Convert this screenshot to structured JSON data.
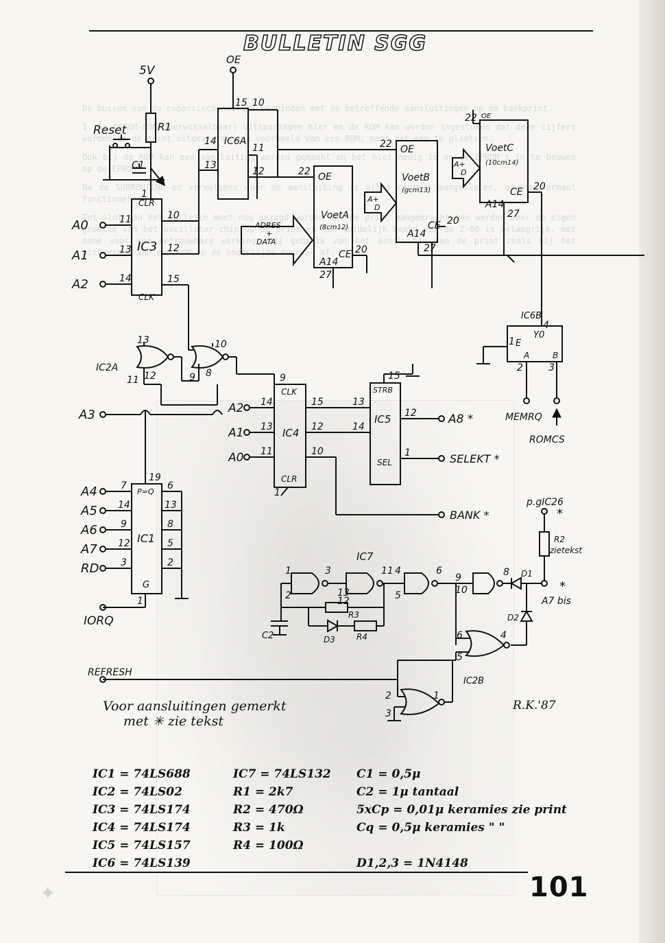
{
  "header": {
    "title": "BULLETIN SGG"
  },
  "background_text": [
    "De bussen van de expansieconnector) verbinden met de betreffende aansluitingen op de bankprint.",
    "1. De EPROM-ROM (verwisselbaar) uitsparingen hier en de ROM kan worden ingestoken dat deze cijfers worden op de print uitgevoerd, een voorbeeld van een ROM, maar dat een te plaatsen.",
    "Ook bij de ROM kan een aansluiting worden gemaakt en het niet nodig is om de EPROM's in te bouwen op de EPROMs.",
    "Na de SUBROUTINE en vervolgens door de aansluiting is alles correct aangesloten, gewoon normaal functioneren.",
    "Tot slot van het Bulletin moet nog gezegd worden dat de print aangebracht kan worden door de eigen grootte van het oscillator chip op de print en een duidelijk beeld van de Z-80 is belangrijk, met name voor een betrouwbare werking. Bij gebruik van het aansluiten van de print zoals bij het uitbreiden van een ROM op de onderzijde daarvan af."
  ],
  "schematic": {
    "power": {
      "label": "5V"
    },
    "oe_top": "OE",
    "reset": "Reset",
    "components": {
      "r1": "R1",
      "c1": "C1",
      "ic6a": "IC6A",
      "ic3": "IC3",
      "ic3_clr": "CLR",
      "ic3_clk": "CLK",
      "ic2a": "IC2A",
      "ic4": "IC4",
      "ic4_clk": "CLK",
      "ic4_clr": "CLR",
      "ic5": "IC5",
      "ic5_strb": "STRB",
      "ic5_sel": "SEL",
      "ic1": "IC1",
      "ic1_pq": "P=Q",
      "ic1_g": "G",
      "ic7": "IC7",
      "ic6b": "IC6B",
      "ic6b_e": "E",
      "ic6b_a": "A",
      "ic6b_b": "B",
      "ic6b_y": "Y0",
      "ic2b": "IC2B",
      "r2": "R2",
      "r2_note": "zietekst",
      "r3": "R3",
      "r4": "R4",
      "d1": "D1",
      "d2": "D2",
      "d3": "D3",
      "c2": "C2"
    },
    "sockets": {
      "a": {
        "name": "VoetA",
        "size": "(8cm12)",
        "oe": "OE",
        "ce": "CE",
        "a14": "A14",
        "pin22": "22",
        "pin20": "20",
        "pin27": "27"
      },
      "b": {
        "name": "VoetB",
        "size": "(gcm13)",
        "oe": "OE",
        "ce": "CE",
        "a14": "A14",
        "pin22": "22",
        "pin20": "20",
        "pin27": "27"
      },
      "c": {
        "name": "VoetC",
        "size": "(10cm14)",
        "oe": "OE",
        "ce": "CE",
        "a14": "A14",
        "pin22": "22",
        "pin20": "20",
        "pin27": "27"
      }
    },
    "bus": {
      "label_line1": "ADRES",
      "label_line2": "+",
      "label_line3": "DATA"
    },
    "arrow_ad": {
      "line1": "A+",
      "line2": "D"
    },
    "signals": {
      "a0_top": "A0",
      "a1_top": "A1",
      "a2_top": "A2",
      "a3": "A3",
      "a2_mid": "A2",
      "a1_mid": "A1",
      "a0_mid": "A0",
      "a8": "A8 *",
      "selekt": "SELEKT *",
      "bank": "BANK *",
      "a4": "A4",
      "a5": "A5",
      "a6": "A6",
      "a7": "A7",
      "rd": "RD",
      "iorq": "IORQ",
      "refresh": "REFRESH",
      "memrq": "MEMRQ",
      "romcs": "ROMCS",
      "pg_ic26": "p.gIC26",
      "star_pg": "*",
      "a7bis": "A7 bis",
      "star_a7": "*"
    },
    "pins": {
      "ic6a_15": "15",
      "ic6a_10": "10",
      "ic6a_14": "14",
      "ic6a_13": "13",
      "ic6a_11": "11",
      "ic6a_12": "12",
      "ic3_1": "1",
      "ic3_11": "11",
      "ic3_10": "10",
      "ic3_13": "13",
      "ic3_12": "12",
      "ic3_14": "14",
      "ic3_15": "15",
      "ic2a_13": "13",
      "ic2a_12": "12",
      "ic2a_11": "11",
      "ic2a_10": "10",
      "ic2a_9": "9",
      "ic2a_8": "8",
      "ic4_9": "9",
      "ic4_14": "14",
      "ic4_15": "15",
      "ic4_13": "13",
      "ic4_12": "12",
      "ic4_11": "11",
      "ic4_10": "10",
      "ic4_1": "1",
      "ic5_15": "15",
      "ic5_13": "13",
      "ic5_12": "12",
      "ic5_14": "14",
      "ic5_1": "1",
      "ic1_7": "7",
      "ic1_19": "19",
      "ic1_6": "6",
      "ic1_14": "14",
      "ic1_13": "13",
      "ic1_9": "9",
      "ic1_8": "8",
      "ic1_12": "12",
      "ic1_5": "5",
      "ic1_3": "3",
      "ic1_2": "2",
      "ic1_1": "1",
      "ic7_1": "1",
      "ic7_3": "3",
      "ic7_2": "2",
      "ic7_13": "13",
      "ic7_12": "12",
      "ic7_11": "11",
      "ic7_4": "4",
      "ic7_5": "5",
      "ic7_6": "6",
      "ic7_9": "9",
      "ic7_10": "10",
      "ic7_8": "8",
      "ic2b_6": "6",
      "ic2b_5": "5",
      "ic2b_4": "4",
      "ic2b_2": "2",
      "ic2b_3": "3",
      "ic2b_1": "1",
      "ic6b_4": "4",
      "ic6b_1": "1",
      "ic6b_2": "2",
      "ic6b_3": "3"
    }
  },
  "notes": {
    "line1": "Voor aansluitingen gemerkt",
    "line2": "met ✳ zie tekst"
  },
  "author": "R.K.'87",
  "parts": {
    "col1": [
      "IC1 = 74LS688",
      "IC2 = 74LS02",
      "IC3 = 74LS174",
      "IC4 = 74LS174",
      "IC5 = 74LS157",
      "IC6 = 74LS139"
    ],
    "col2": [
      "IC7 = 74LS132",
      "R1 = 2k7",
      "R2 = 470Ω",
      "R3 = 1k",
      "R4 = 100Ω"
    ],
    "col3": [
      "C1 = 0,5μ",
      "C2 = 1μ tantaal",
      "5xCp = 0,01μ keramies zie print",
      "Cq = 0,5μ keramies \" \"",
      "",
      "D1,2,3 = 1N4148"
    ]
  },
  "page_number": "101"
}
